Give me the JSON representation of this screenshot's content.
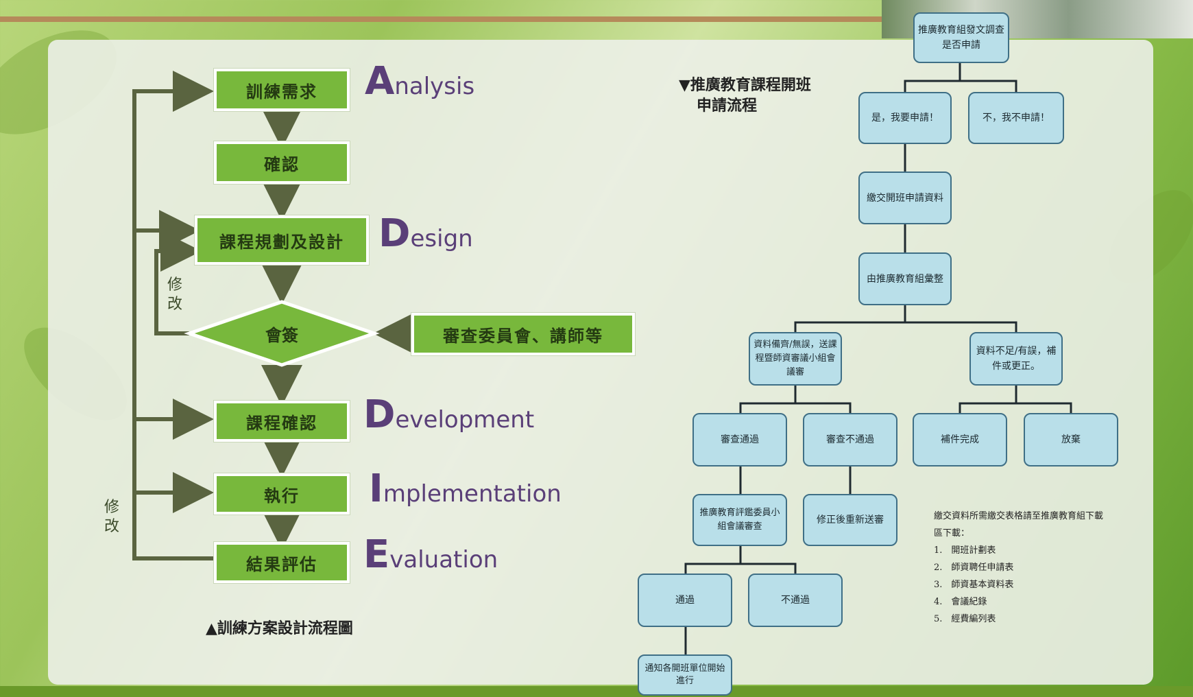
{
  "left_chart": {
    "steps": {
      "need": "訓練需求",
      "confirm": "確認",
      "design": "課程規劃及設計",
      "signoff": "會簽",
      "committee": "審查委員會、講師等",
      "course_confirm": "課程確認",
      "implement": "執行",
      "evaluate": "結果評估"
    },
    "phases": {
      "a_cap": "A",
      "a_rest": "nalysis",
      "d_cap": "D",
      "d_rest": "esign",
      "dev_cap": "D",
      "dev_rest": "evelopment",
      "i_cap": "I",
      "i_rest": "mplementation",
      "e_cap": "E",
      "e_rest": "valuation"
    },
    "revise_inner": "修改",
    "revise_outer": "修改",
    "caption": "▲訓練方案設計流程圖"
  },
  "right_chart": {
    "caption_line1": "▼推廣教育課程開班",
    "caption_line2": "申請流程",
    "nodes": {
      "top": "推廣教育組發文調查是否申請",
      "yes": "是，我要申請！",
      "no": "不，我不申請！",
      "submit": "繳交開班申請資料",
      "collect": "由推廣教育組彙整",
      "complete": "資料備齊/無誤，送課程暨師資審議小組會議審",
      "incomplete": "資料不足/有誤，補件或更正。",
      "pass1": "審查通過",
      "fail1": "審查不通過",
      "supplement_done": "補件完成",
      "abandon": "放棄",
      "committee_review": "推廣教育評鑑委員小組會議審查",
      "revise_resubmit": "修正後重新送審",
      "pass2": "通過",
      "fail2": "不通過",
      "notify": "通知各開班單位開始進行"
    },
    "notes": {
      "title": "繳交資料所需繳交表格請至推廣教育組下載區下載：",
      "items": [
        "1.　開班計劃表",
        "2.　師資聘任申請表",
        "3.　師資基本資料表",
        "4.　會議紀錄",
        "5.　經費編列表"
      ]
    }
  },
  "colors": {
    "green_box": "#78b83c",
    "arrow": "#5a6440",
    "phase_text": "#5a3f78",
    "blue_box": "#b9dfe9",
    "blue_border": "#3f6f86"
  }
}
